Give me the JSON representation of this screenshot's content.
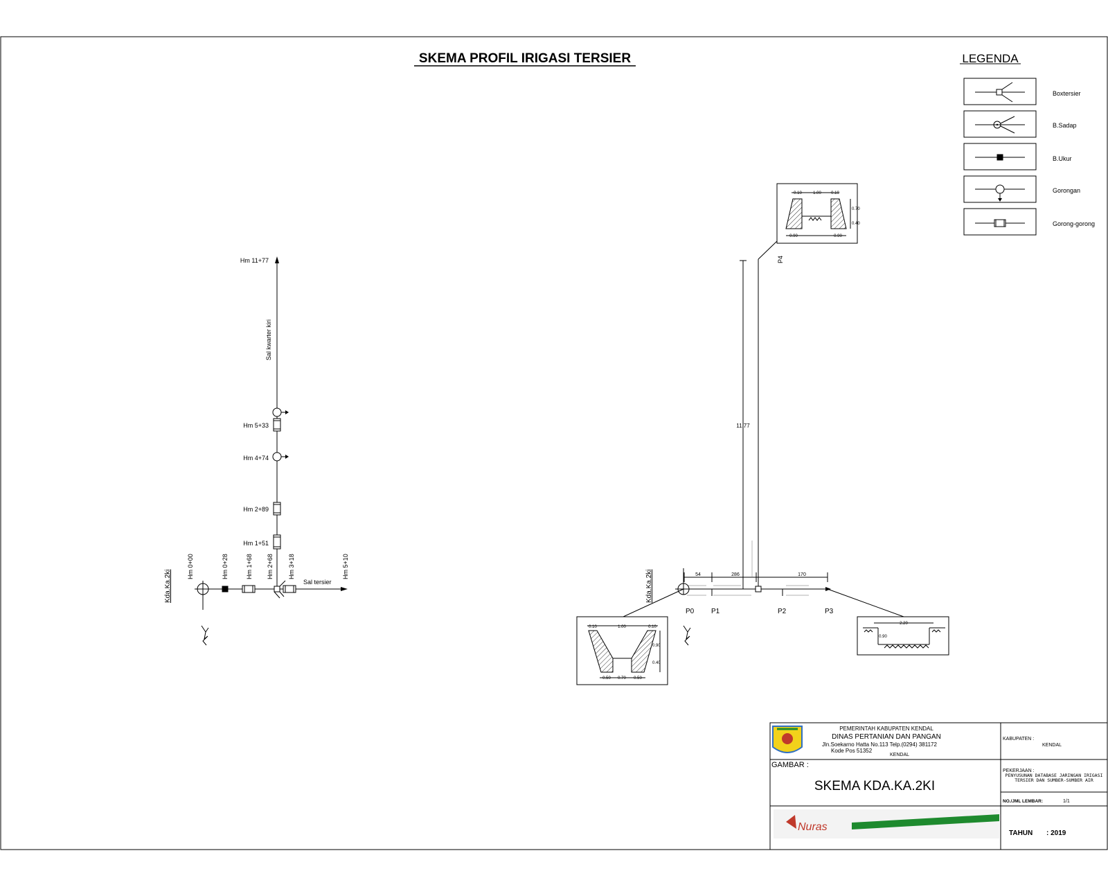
{
  "title": "SKEMA PROFIL IRIGASI TERSIER",
  "legend": {
    "title": "LEGENDA",
    "items": [
      {
        "label": "Boxtersier",
        "icon": "box-tersier-icon"
      },
      {
        "label": "B.Sadap",
        "icon": "bangunan-sadap-icon"
      },
      {
        "label": "B.Ukur",
        "icon": "bangunan-ukur-icon"
      },
      {
        "label": "Gorongan",
        "icon": "gorongan-icon"
      },
      {
        "label": "Gorong-gorong",
        "icon": "gorong-gorong-icon"
      }
    ]
  },
  "left_schema": {
    "source": "Kda.Ka.2ki",
    "channel_kwarter": "Sal kwarter kiri",
    "channel_tersier": "Sal tersier",
    "vertical_stations": [
      "Hm 11+77",
      "Hm 5+33",
      "Hm 4+74",
      "Hm 2+89",
      "Hm 1+51"
    ],
    "horizontal_stations": [
      "Hm 0+00",
      "Hm 0+28",
      "Hm 1+68",
      "Hm 2+68",
      "Hm 3+18",
      "Hm 5+10"
    ]
  },
  "right_schema": {
    "source": "Kda.Ka.2ki",
    "points": [
      "P0",
      "P1",
      "P2",
      "P3",
      "P4"
    ],
    "dimensions": {
      "d1": "54",
      "d2": "286",
      "d3": "170",
      "vertical": "11.77"
    },
    "section_top": {
      "top_left": "0.10",
      "top_mid": "1.00",
      "top_right": "0.10",
      "h1": "0.70",
      "h2": "0.40",
      "bottom_left": "0.90",
      "bottom_right": "0.90"
    },
    "section_left": {
      "top_left": "0.10",
      "top_mid": "1.00",
      "top_right": "0.10",
      "h1": "0.90",
      "h2": "0.40",
      "b1": "0.50",
      "b2": "0.70",
      "b3": "0.50"
    },
    "section_right": {
      "width": "2.20",
      "depth": "0.90"
    }
  },
  "title_block": {
    "gov": "PEMERINTAH KABUPATEN KENDAL",
    "agency": "DINAS PERTANIAN DAN PANGAN",
    "address": "Jln.Soekarno Hatta No.113 Telp.(0294) 381172",
    "postal": "Kode Pos 51352",
    "city": "KENDAL",
    "kabupaten_label": "KABUPATEN :",
    "kabupaten_value": "KENDAL",
    "gambar_label": "GAMBAR :",
    "gambar_value": "SKEMA KDA.KA.2KI",
    "pekerjaan_label": "PEKERJAAN :",
    "pekerjaan_value": "PENYUSUNAN DATABASE JARINGAN IRIGASI TERSIER DAN SUMBER-SUMBER AIR",
    "lembar_label": "NO./JML LEMBAR:",
    "lembar_value": "1/1",
    "tahun_label": "TAHUN",
    "tahun_value": ": 2019",
    "consultant_logo_text": "Nuras"
  },
  "colors": {
    "line": "#000000",
    "brand_red": "#c0392b",
    "brand_green": "#1e8a2e",
    "logo_yellow": "#f2d21b",
    "logo_blue": "#2f6fc2"
  }
}
